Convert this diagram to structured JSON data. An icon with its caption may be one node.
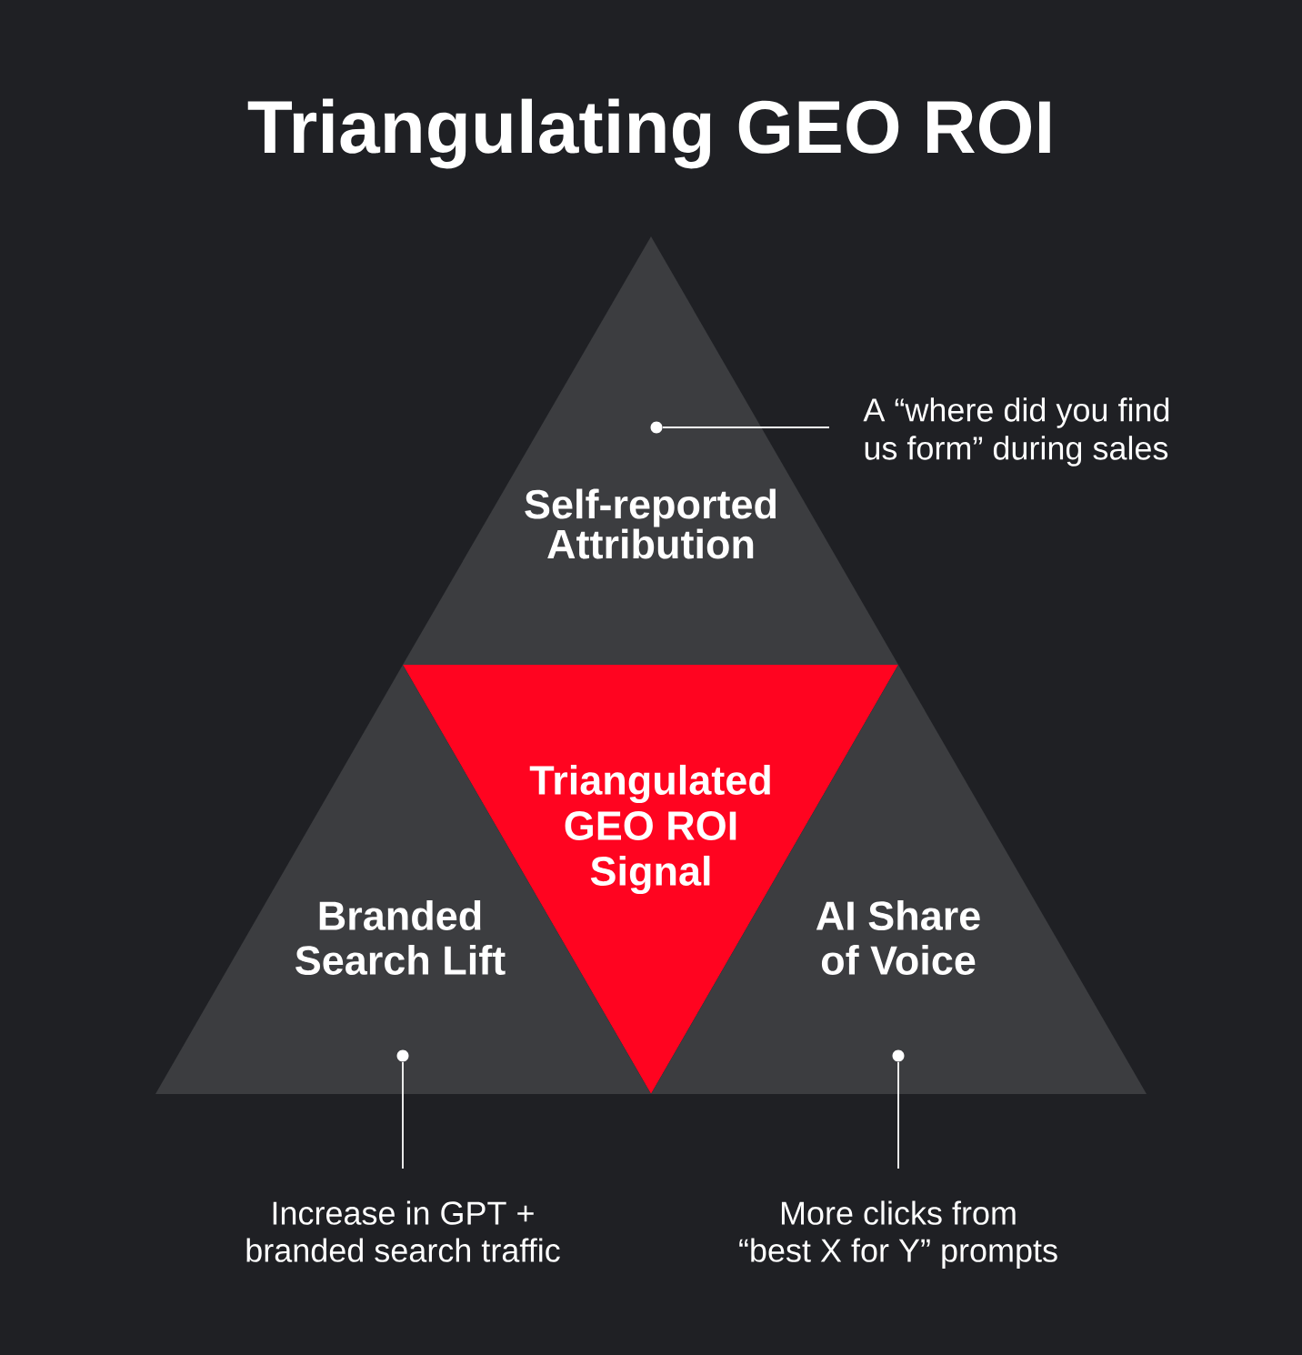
{
  "diagram": {
    "title": "Triangulating GEO ROI",
    "nodes": [
      {
        "text": [
          "Self-reported Attribution"
        ]
      },
      {
        "text": [],
        "shape": "circle",
        "in": 0
      },
      {
        "text": [
          "A “where did you find us form” during sales"
        ]
      },
      {
        "text": [
          "Triangulated GEO ROI Signal"
        ]
      },
      {
        "text": [
          "Branded Search Lift"
        ]
      },
      {
        "text": [
          "AI Share of Voice"
        ]
      },
      {
        "text": [],
        "shape": "circle",
        "in": 4
      },
      {
        "text": [],
        "shape": "circle",
        "in": 5
      },
      {
        "text": [
          "Increase in GPT + branded search traffic"
        ]
      },
      {
        "text": [
          "More clicks from “best X for Y” prompts"
        ]
      }
    ],
    "edges": [
      {
        "from": 2,
        "to": 1,
        "arrow": "none"
      },
      {
        "from": 8,
        "to": 6,
        "arrow": "none"
      },
      {
        "from": 9,
        "to": 7,
        "arrow": "none"
      }
    ]
  }
}
